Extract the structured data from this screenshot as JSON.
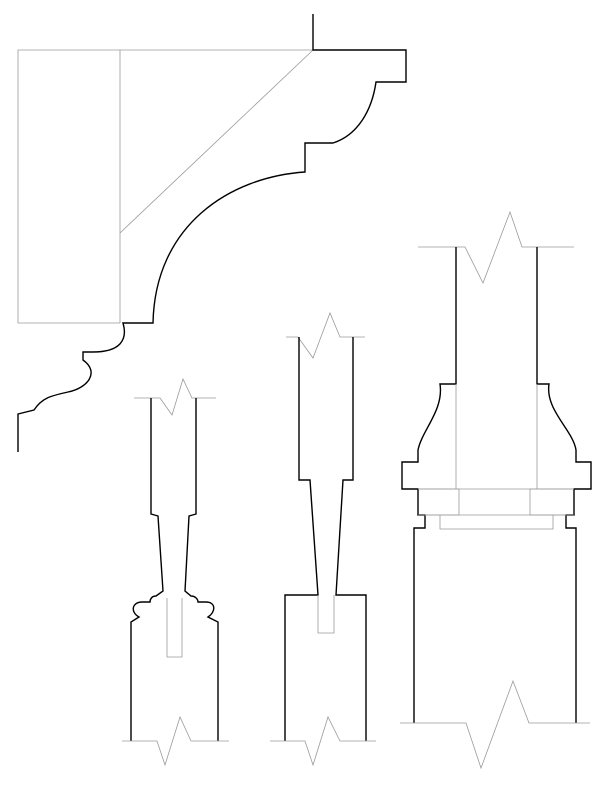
{
  "drawing": {
    "description_visible_text": "",
    "colors": {
      "profile_line": "#000000",
      "construction_line": "#9a9a9a",
      "background": "#ffffff"
    },
    "details": [
      {
        "id": "cornice-bracket-profile"
      },
      {
        "id": "tapered-spindle-with-bead-base"
      },
      {
        "id": "tapered-spindle-plain-base"
      },
      {
        "id": "post-with-ogee-capital-and-plinth"
      }
    ]
  }
}
